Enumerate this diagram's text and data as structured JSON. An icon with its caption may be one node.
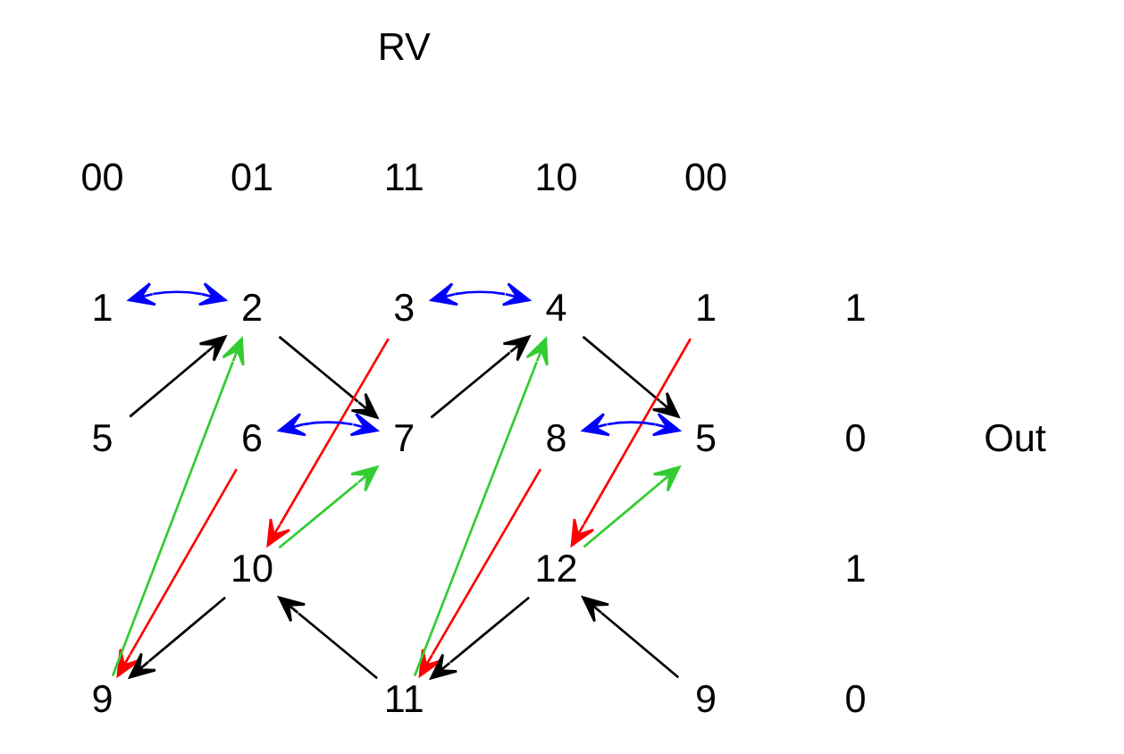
{
  "diagram": {
    "nodes": [
      {
        "text": [
          "1"
        ]
      },
      {
        "text": [
          "2"
        ]
      },
      {
        "text": [
          "3"
        ]
      },
      {
        "text": [
          "4"
        ]
      },
      {
        "text": [
          "1"
        ]
      },
      {
        "text": [
          "5"
        ]
      },
      {
        "text": [
          "6"
        ]
      },
      {
        "text": [
          "7"
        ]
      },
      {
        "text": [
          "8"
        ]
      },
      {
        "text": [
          "5"
        ]
      },
      {
        "text": [
          "10"
        ]
      },
      {
        "text": [
          "12"
        ]
      },
      {
        "text": [
          "9"
        ]
      },
      {
        "text": [
          "11"
        ]
      },
      {
        "text": [
          "9"
        ]
      }
    ],
    "edges": [
      {
        "from": 0,
        "to": 1,
        "arrow": "both",
        "color": "#0000ff"
      },
      {
        "from": 5,
        "to": 1,
        "arrow": "to"
      },
      {
        "from": 1,
        "to": 7,
        "arrow": "to"
      },
      {
        "from": 12,
        "to": 1,
        "arrow": "to",
        "color": "#33cc33"
      },
      {
        "from": 6,
        "to": 12,
        "arrow": "to",
        "color": "#ff0000"
      },
      {
        "from": 2,
        "to": 10,
        "arrow": "to",
        "color": "#ff0000"
      },
      {
        "from": 10,
        "to": 7,
        "arrow": "to",
        "color": "#33cc33"
      },
      {
        "from": 6,
        "to": 7,
        "arrow": "both",
        "color": "#0000ff"
      },
      {
        "from": 10,
        "to": 12,
        "arrow": "to"
      },
      {
        "from": 13,
        "to": 10,
        "arrow": "to"
      },
      {
        "from": 2,
        "to": 3,
        "arrow": "both",
        "color": "#0000ff"
      },
      {
        "from": 7,
        "to": 3,
        "arrow": "to"
      },
      {
        "from": 3,
        "to": 9,
        "arrow": "to"
      },
      {
        "from": 13,
        "to": 3,
        "arrow": "to",
        "color": "#33cc33"
      },
      {
        "from": 8,
        "to": 13,
        "arrow": "to",
        "color": "#ff0000"
      },
      {
        "from": 4,
        "to": 11,
        "arrow": "to",
        "color": "#ff0000"
      },
      {
        "from": 11,
        "to": 9,
        "arrow": "to",
        "color": "#33cc33"
      },
      {
        "from": 8,
        "to": 9,
        "arrow": "both",
        "color": "#0000ff"
      },
      {
        "from": 11,
        "to": 13,
        "arrow": "to"
      },
      {
        "from": 14,
        "to": 11,
        "arrow": "to"
      }
    ],
    "labels": [
      "RV",
      "00",
      "01",
      "11",
      "10",
      "00",
      "1",
      "0",
      "Out",
      "1",
      "0"
    ]
  }
}
